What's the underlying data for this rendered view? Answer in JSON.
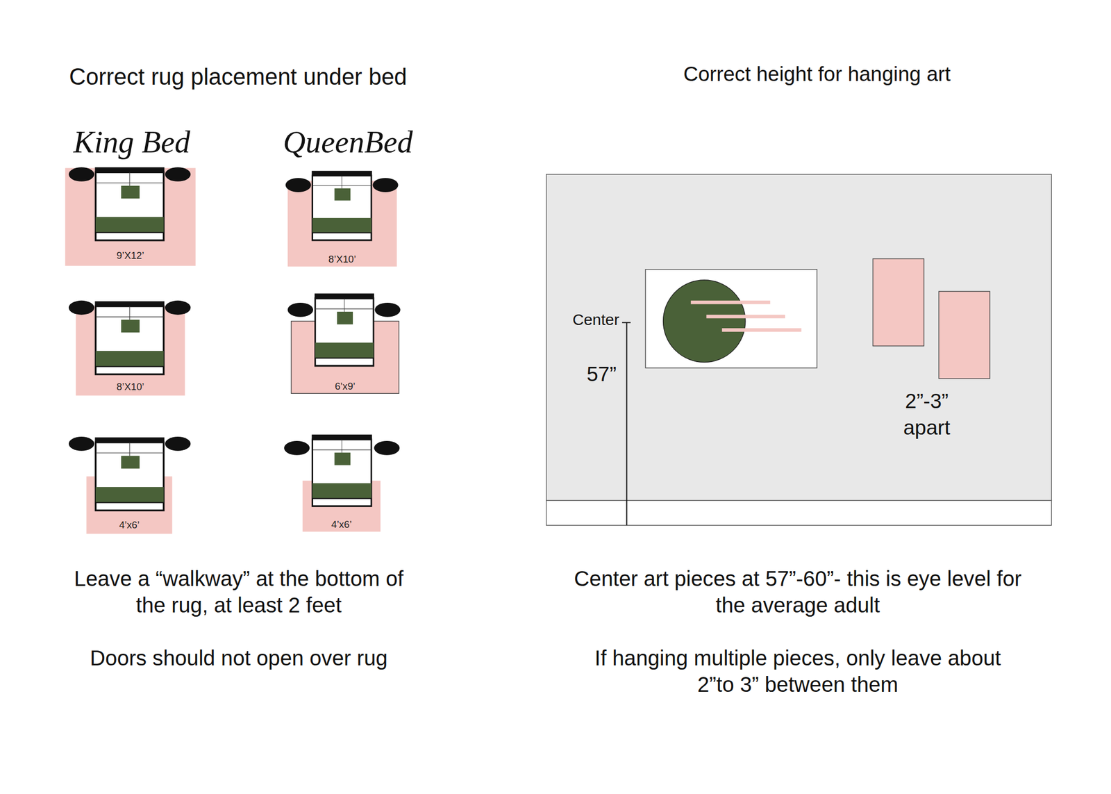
{
  "diagram": {
    "nodes": [
      {
        "text": [
          "9’X12’"
        ]
      },
      {
        "text": [
          "8’X10’"
        ]
      },
      {
        "text": [
          "8’X10’"
        ]
      },
      {
        "text": [
          "6’x9’"
        ]
      },
      {
        "text": [
          "4’x6’"
        ]
      },
      {
        "text": [
          "4’x6’"
        ]
      }
    ],
    "labels": [
      "Correct rug placement under bed",
      "King Bed",
      "QueenBed",
      "Correct height for hanging art",
      "Center",
      "57”",
      "2”-3” apart",
      "Leave a “walkway” at the bottom of the rug, at least 2 feet",
      "Doors should not open over rug",
      "Center art pieces at 57”-60”- this is eye level for the average adult",
      "If hanging multiple pieces, only leave about 2”to 3” between them"
    ]
  }
}
